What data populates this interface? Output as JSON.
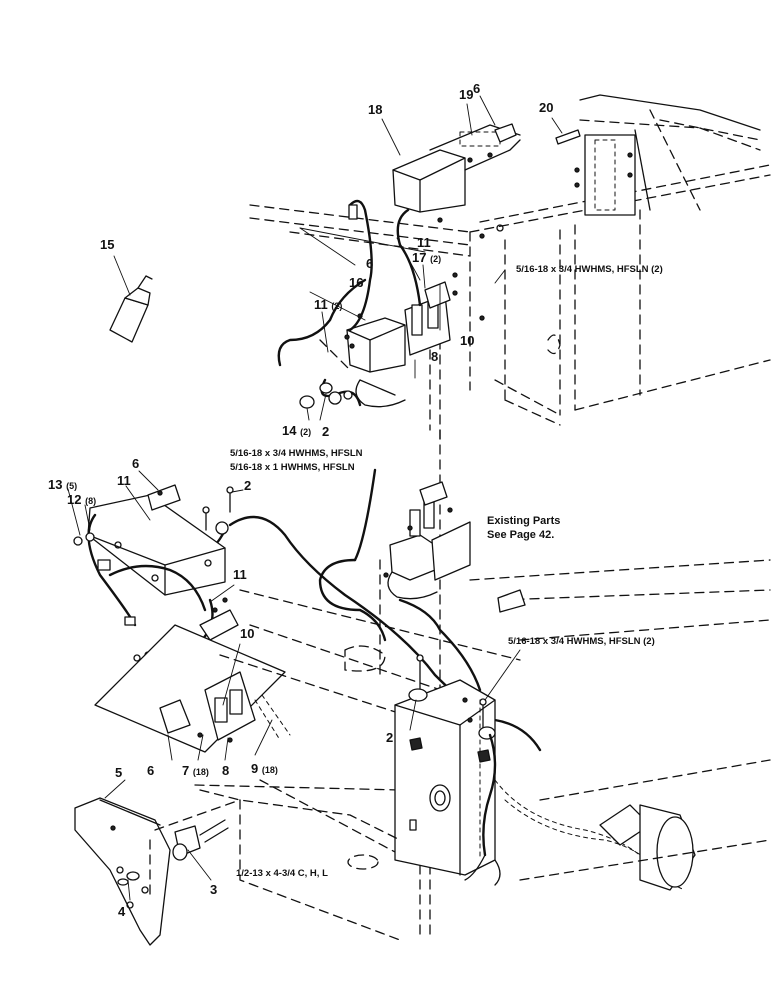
{
  "callouts": [
    {
      "id": "c18",
      "text": "18"
    },
    {
      "id": "c19",
      "text": "19"
    },
    {
      "id": "c6a",
      "text": "6"
    },
    {
      "id": "c20",
      "text": "20"
    },
    {
      "id": "c15",
      "text": "15"
    },
    {
      "id": "c11a",
      "text": "11"
    },
    {
      "id": "c17",
      "text": "17",
      "qty": "(2)"
    },
    {
      "id": "c6b",
      "text": "6"
    },
    {
      "id": "c16",
      "text": "16"
    },
    {
      "id": "c11b",
      "text": "11",
      "qty": "(2)"
    },
    {
      "id": "c10a",
      "text": "10"
    },
    {
      "id": "c8a",
      "text": "8"
    },
    {
      "id": "c14",
      "text": "14",
      "qty": "(2)"
    },
    {
      "id": "c2a",
      "text": "2"
    },
    {
      "id": "c6c",
      "text": "6"
    },
    {
      "id": "c13",
      "text": "13",
      "qty": "(5)"
    },
    {
      "id": "c12",
      "text": "12",
      "qty": "(8)"
    },
    {
      "id": "c11c",
      "text": "11"
    },
    {
      "id": "c2b",
      "text": "2"
    },
    {
      "id": "c11d",
      "text": "11"
    },
    {
      "id": "c10b",
      "text": "10"
    },
    {
      "id": "c2c",
      "text": "2"
    },
    {
      "id": "c6d",
      "text": "6"
    },
    {
      "id": "c7",
      "text": "7",
      "qty": "(18)"
    },
    {
      "id": "c8b",
      "text": "8"
    },
    {
      "id": "c9",
      "text": "9",
      "qty": "(18)"
    },
    {
      "id": "c5",
      "text": "5"
    },
    {
      "id": "c3",
      "text": "3"
    },
    {
      "id": "c4",
      "text": "4"
    }
  ],
  "specs": {
    "spec_top": "5/16-18 x 3/4 HWHMS, HFSLN (2)",
    "spec_mid1": "5/16-18 x 3/4 HWHMS, HFSLN",
    "spec_mid2": "5/16-18 x 1 HWHMS, HFSLN",
    "spec_right": "5/16-18 x 3/4 HWHMS, HFSLN (2)",
    "spec_bolt": "1/2-13 x 4-3/4 C, H, L"
  },
  "note": {
    "line1": "Existing Parts",
    "line2": "See Page 42."
  }
}
